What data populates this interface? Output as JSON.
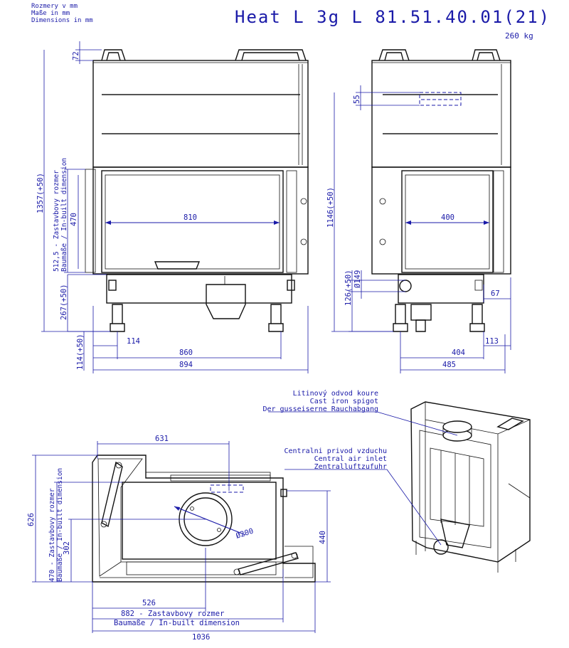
{
  "header": {
    "units_cz": "Rozmery v mm",
    "units_de": "Maße in mm",
    "units_en": "Dimensions in mm",
    "title": "Heat L 3g L 81.51.40.01(21)",
    "weight": "260 kg"
  },
  "front_view": {
    "dim_72": "72",
    "dim_1357": "1357(+50)",
    "dim_512": "512,5 - Zastavbovy rozmer",
    "dim_512_b": "Baumaße / In-built dimension",
    "dim_470": "470",
    "dim_810": "810",
    "dim_267": "267(+50)",
    "dim_114_bottom": "114(+50)",
    "dim_114": "114",
    "dim_860": "860",
    "dim_894": "894"
  },
  "side_view": {
    "dim_55": "55",
    "dim_1146": "1146(+50)",
    "dim_400": "400",
    "dim_126": "126(+50)",
    "dim_149": "Ø149",
    "dim_67": "67",
    "dim_113": "113",
    "dim_404": "404",
    "dim_485": "485"
  },
  "plan_view": {
    "dim_631": "631",
    "dim_626": "626",
    "dim_470": "470 - Zastavbovy rozmer",
    "dim_470_b": "Baumaße / In-built dimension",
    "dim_302": "302",
    "dim_200": "Ø200",
    "dim_440": "440",
    "dim_526": "526",
    "dim_882": "882 - Zastavbovy rozmer",
    "dim_882_b": "Baumaße / In-built dimension",
    "dim_1036": "1036"
  },
  "callouts": {
    "spigot_cz": "Litinový odvod koure",
    "spigot_en": "Cast iron spigot",
    "spigot_de": "Der gusseiserne Rauchabgang",
    "air_cz": "Centralni privod vzduchu",
    "air_en": "Central air inlet",
    "air_de": "Zentralluftzufuhr"
  }
}
